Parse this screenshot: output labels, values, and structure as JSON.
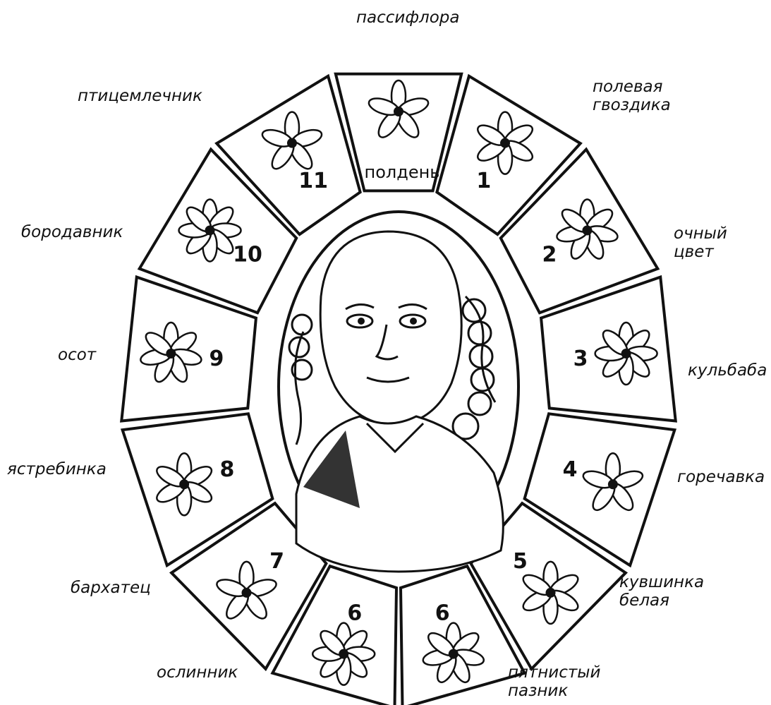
{
  "noon_label": "полдень",
  "ring_colors": {
    "ink": "#111111",
    "paper": "#ffffff"
  },
  "hours": [
    {
      "num": "1",
      "flower": "полевая",
      "flower2": "гвоздика",
      "icon": "five-petal-flower-icon"
    },
    {
      "num": "2",
      "flower": "очный",
      "flower2": "цвет",
      "icon": "bud-flower-icon"
    },
    {
      "num": "3",
      "flower": "кульбаба",
      "flower2": "",
      "icon": "dandelion-icon"
    },
    {
      "num": "4",
      "flower": "горечавка",
      "flower2": "",
      "icon": "gentian-icon"
    },
    {
      "num": "5",
      "flower": "кувшинка",
      "flower2": "белая",
      "icon": "water-lily-icon"
    },
    {
      "num": "6",
      "flower": "пятнистый",
      "flower2": "пазник",
      "icon": "spotted-flower-icon"
    },
    {
      "num": "6",
      "flower": "ослинник",
      "flower2": "",
      "icon": "evening-primrose-icon"
    },
    {
      "num": "7",
      "flower": "бархатец",
      "flower2": "",
      "icon": "marigold-icon"
    },
    {
      "num": "8",
      "flower": "ястребинка",
      "flower2": "",
      "icon": "hawkweed-icon"
    },
    {
      "num": "9",
      "flower": "осот",
      "flower2": "",
      "icon": "thistle-icon"
    },
    {
      "num": "10",
      "flower": "бородавник",
      "flower2": "",
      "icon": "nipplewort-icon"
    },
    {
      "num": "11",
      "flower": "птицемлечник",
      "flower2": "",
      "icon": "star-of-bethlehem-icon"
    }
  ],
  "noon_flower": "пассифлора",
  "noon_icon": "passionflower-icon",
  "portrait": "portrait-icon"
}
